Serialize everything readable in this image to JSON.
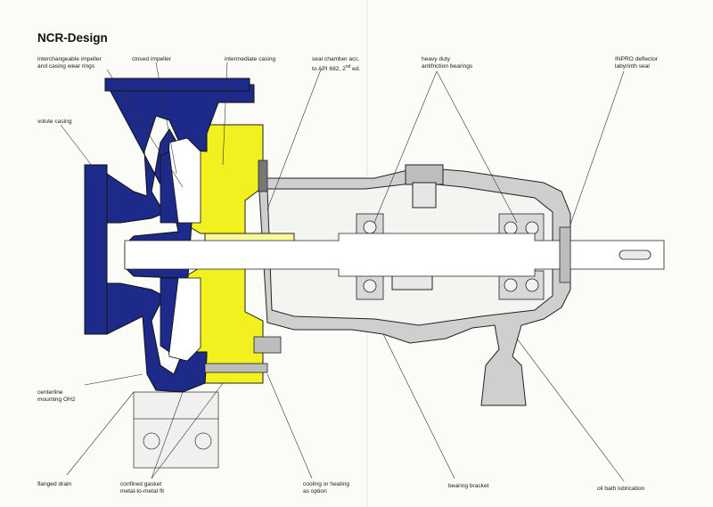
{
  "title": "NCR-Design",
  "colors": {
    "casing": "#1e2a8a",
    "insert": "#f2f01e",
    "bracket": "#cfcfcf",
    "line": "#2a2a2a"
  },
  "labels": {
    "interchangeable": [
      "interchangeable impeller",
      "and casing wear rings"
    ],
    "closed_impeller": [
      "closed impeller"
    ],
    "intermediate_casing": [
      "intermediate casing"
    ],
    "seal_chamber": [
      "seal chamber acc.",
      "to API 682, 2nd ed."
    ],
    "bearings": [
      "heavy duty",
      "antifriction bearings"
    ],
    "inpro": [
      "INPRO deflector",
      "labyrinth seal"
    ],
    "volute": [
      "volute casing"
    ],
    "centerline": [
      "centerline",
      "mounting OH2"
    ],
    "drain": [
      "flanged drain"
    ],
    "gasket": [
      "confined gasket",
      "metal-to-metal fit"
    ],
    "cooling": [
      "cooling or heating",
      "as option"
    ],
    "bracket": [
      "bearing bracket"
    ],
    "oil": [
      "oil bath lubrication"
    ]
  }
}
